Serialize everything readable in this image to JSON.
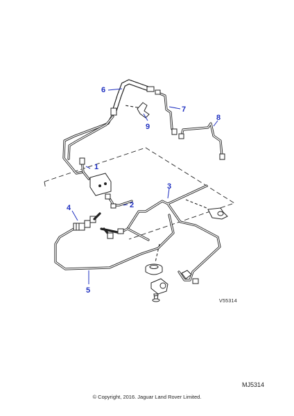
{
  "callouts": {
    "c1": "1",
    "c2": "2",
    "c3": "3",
    "c4": "4",
    "c5": "5",
    "c6": "6",
    "c7": "7",
    "c8": "8",
    "c9": "9"
  },
  "drawing_ref": "V55314",
  "illustration_code": "MJ5314",
  "copyright": "© Copyright, 2016. Jaguar Land Rover Limited.",
  "colors": {
    "callout": "#1e2fc0",
    "line": "#222222",
    "background": "#ffffff"
  }
}
